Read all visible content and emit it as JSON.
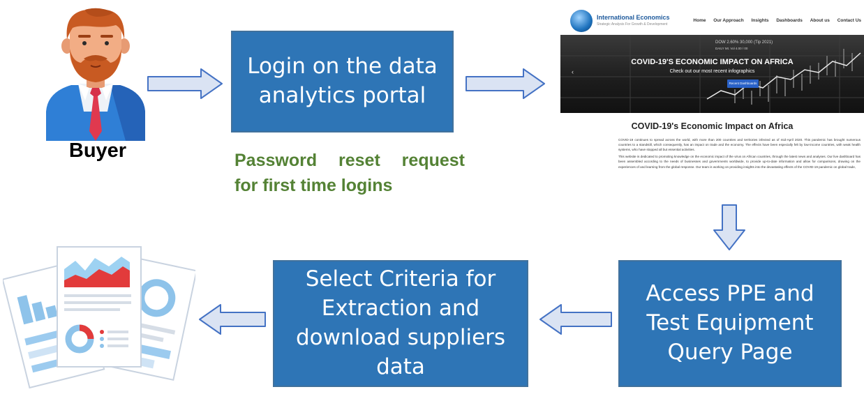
{
  "buyer": {
    "label": "Buyer",
    "icon": "buyer-avatar-icon"
  },
  "steps": {
    "login": "Login on the data analytics portal",
    "access": "Access PPE and Test Equipment Query Page",
    "select": "Select Criteria for Extraction and download suppliers data"
  },
  "note": {
    "line1": "Password reset request",
    "line2": "for first time logins"
  },
  "portal": {
    "brand": "International Economics",
    "tagline": "Strategic Analysis For Growth & Development",
    "menu": [
      "Home",
      "Our Approach",
      "Insights",
      "Dashboards",
      "About us",
      "Contact Us"
    ],
    "hero_title": "COVID-19'S ECONOMIC IMPACT ON AFRICA",
    "hero_subtitle": "Check out our most recent infographics",
    "hero_button": "Recent Dashboards",
    "ticker_line1": "DOW 2.60% 30,000 (Tip 2021)",
    "ticker_line2": "DAILY Mt. Vol 4.00 / 00",
    "prev_icon": "‹",
    "heading": "COVID-19's Economic Impact on Africa",
    "paragraph1": "COVID-19 continues to spread across the world, with more than 200 countries and territories infected as of mid-April 2020. This pandemic has brought numerous countries to a standstill, which consequently, has an impact on trade and the economy. The effects have been especially felt by low-income countries, with weak health systems, who have stopped all but essential activities.",
    "paragraph2": "This website is dedicated to promoting knowledge on the economic impact of the virus on African countries, through the latest news and analyses. Our live dashboard has been assembled according to the needs of businesses and governments worldwide, to provide up-to-date information and allow for comparisons, drawing on the experiences of and learning from the global response. Our team is working on providing insights into the devastating effects of the COVID-19 pandemic on global trade,"
  },
  "colors": {
    "box_fill": "#2e75b6",
    "box_border": "#41719c",
    "arrow_fill": "#dae3f3",
    "arrow_stroke": "#4472c4",
    "note_text": "#548235"
  },
  "report_icon": "reports-documents-icon"
}
